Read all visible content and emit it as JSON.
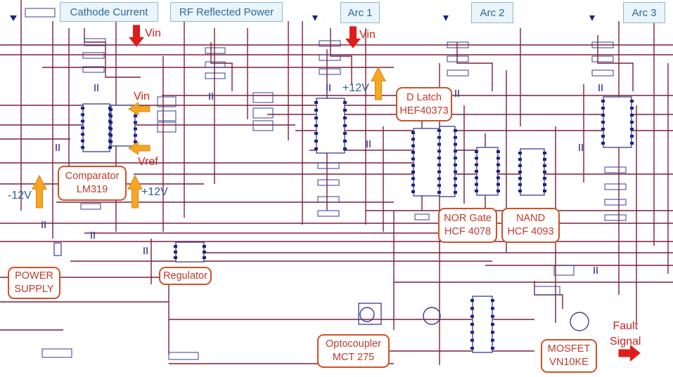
{
  "headers": {
    "cathode_current": "Cathode Current",
    "rf_reflected_power": "RF Reflected  Power",
    "arc1": "Arc 1",
    "arc2": "Arc 2",
    "arc3": "Arc 3"
  },
  "labels": {
    "vin_top": "Vin",
    "vin_arc1": "Vin",
    "vin_mid": "Vin",
    "vref": "Vref",
    "v12_arc1": "+12V",
    "v12_comp": "+12V",
    "minus12v": "-12V",
    "fault_signal_line1": "Fault",
    "fault_signal_line2": "Signal"
  },
  "callouts": {
    "comparator": [
      "Comparator",
      "LM319"
    ],
    "d_latch": [
      "D Latch",
      "HEF40373"
    ],
    "nor_gate": [
      "NOR Gate",
      "HCF 4078"
    ],
    "nand": [
      "NAND",
      "HCF 4093"
    ],
    "power_supply": [
      "POWER",
      "SUPPLY"
    ],
    "regulator": [
      "Regulator"
    ],
    "optocoupler": [
      "Optocoupler",
      "MCT 275"
    ],
    "mosfet": [
      "MOSFET",
      "VN10KE"
    ]
  },
  "colors": {
    "wire": "#7a1f3d",
    "component": "#3b3b8f",
    "pin": "#1a237e",
    "header_bg": "#eaf4fb",
    "header_border": "#8fb8d4",
    "header_text": "#2d6a9a",
    "callout_border": "#d0502a",
    "callout_text": "#c0392b",
    "arrow_red": "#e01b1b",
    "arrow_orange": "#f6a623",
    "arrow_orange_border": "#d4880f"
  }
}
